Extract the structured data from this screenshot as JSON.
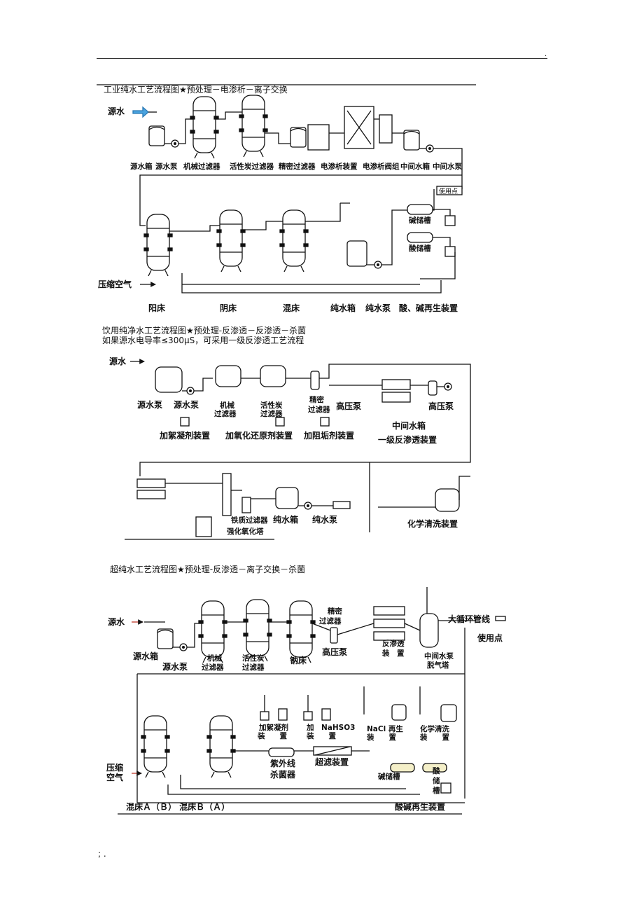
{
  "header": {
    "dot": "."
  },
  "footer": {
    "dot": ";  ."
  },
  "sections": [
    {
      "title": "工业纯水工艺流程图★预处理－电渗析－离子交换",
      "subtitle": "",
      "labels": {
        "source": "源水",
        "tank": "源水箱",
        "pump": "源水泵",
        "mech": "机械过滤器",
        "carbon": "活性炭过滤器",
        "precision": "精密过滤器",
        "ed": "电渗析装置",
        "valve": "电渗析阀组",
        "midtank": "中间水箱",
        "midpump": "中间水泵",
        "usepoint": "使用点",
        "alkali": "碱储槽",
        "acid": "酸储槽",
        "air": "压缩空气",
        "cation": "阳床",
        "anion": "阴床",
        "mixed": "混床",
        "puretank": "纯水箱",
        "purepump": "纯水泵",
        "regen": "酸、碱再生装置"
      }
    },
    {
      "title": "饮用纯净水工艺流程图★预处理-反渗透－反渗透－杀菌",
      "subtitle": "如果源水电导率≤300μS，可采用一级反渗透工艺流程",
      "labels": {
        "source": "源水",
        "pump1": "源水泵",
        "pump2": "源水泵",
        "mech1": "机械",
        "mech2": "过滤器",
        "carbon1": "活性炭",
        "carbon2": "过滤器",
        "prec1": "精密",
        "prec2": "过滤器",
        "hp1": "高压泵",
        "hp2": "高压泵",
        "midtank": "中间水箱",
        "coag": "加絮凝剂装置",
        "redox": "加氧化还原剂装置",
        "scale": "加阻垢剂装置",
        "ro1": "一级反渗透装置",
        "iron": "铁质过滤器",
        "puretank": "纯水箱",
        "purepump": "纯水泵",
        "oxid": "强化氧化塔",
        "clean": "化学清洗装置"
      }
    },
    {
      "title": "超纯水工艺流程图★预处理-反渗透－离子交换－杀菌",
      "subtitle": "",
      "labels": {
        "source": "源水",
        "tank": "源水箱",
        "pump": "源水泵",
        "mech1": "机械",
        "mech2": "过滤器",
        "carbon1": "活性炭",
        "carbon2": "过滤器",
        "sodium": "钠床",
        "prec1": "精密",
        "prec2": "过滤器",
        "hp": "高压泵",
        "ro1": "反渗透",
        "ro2": "装　置",
        "midtank": "中间水泵",
        "degas": "脱气塔",
        "loop": "大循环管线",
        "usepoint": "使用点",
        "coag1": "加絮凝剂",
        "coag2": "装　　置",
        "nahso1": "加　NaHSO3",
        "nahso2": "装　　置",
        "nacl1": "NaCl 再生",
        "nacl2": "装　　置",
        "chem1": "化学清洗",
        "chem2": "装　　置",
        "air1": "压缩",
        "air2": "空气",
        "uv1": "紫外线",
        "uv2": "杀菌器",
        "uf": "超滤装置",
        "alkali": "碱储槽",
        "acid1": "酸",
        "acid2": "储",
        "acid3": "槽",
        "mixed": "混床Ａ（Ｂ）  混床Ｂ（Ａ）",
        "regen": "酸碱再生装置"
      }
    }
  ]
}
